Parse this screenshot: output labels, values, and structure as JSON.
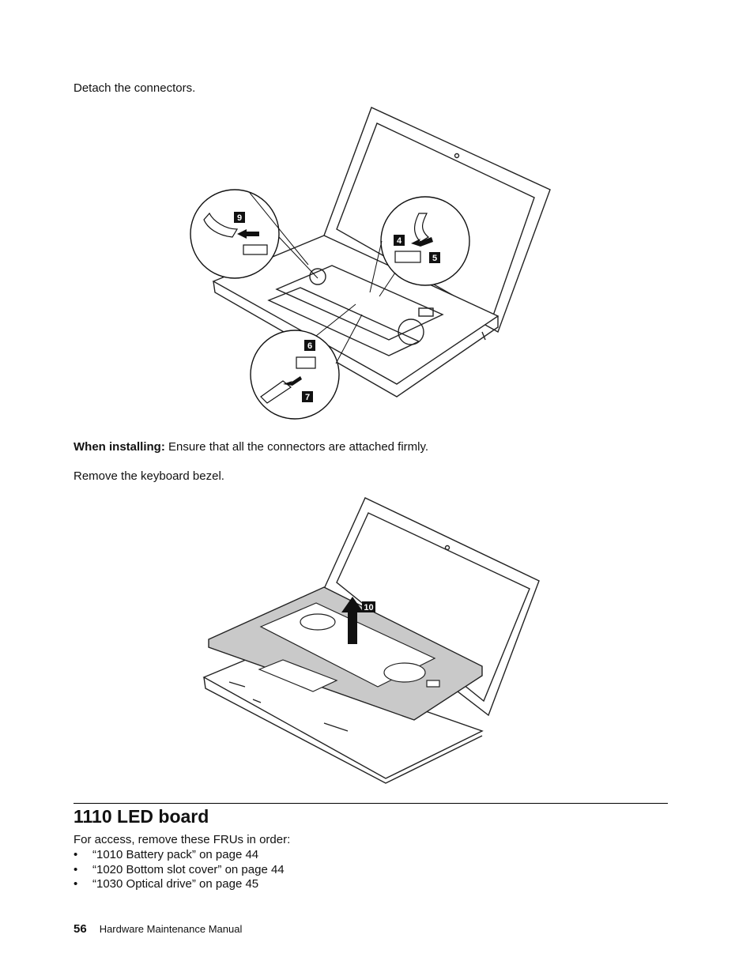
{
  "step_texts": {
    "detach": "Detach the connectors.",
    "when_installing_label": "When installing:",
    "when_installing_text": " Ensure that all the connectors are attached firmly.",
    "remove_bezel": "Remove the keyboard bezel."
  },
  "figure1": {
    "callouts": [
      "9",
      "4",
      "5",
      "6",
      "7"
    ]
  },
  "figure2": {
    "callouts": [
      "10"
    ]
  },
  "section": {
    "title": "1110 LED board",
    "intro": "For access, remove these FRUs in order:",
    "items": [
      "“1010 Battery pack” on page 44",
      "“1020 Bottom slot cover” on page 44",
      "“1030 Optical drive” on page 45"
    ],
    "bullet": "•"
  },
  "footer": {
    "page_number": "56",
    "manual_title": "Hardware Maintenance Manual"
  }
}
